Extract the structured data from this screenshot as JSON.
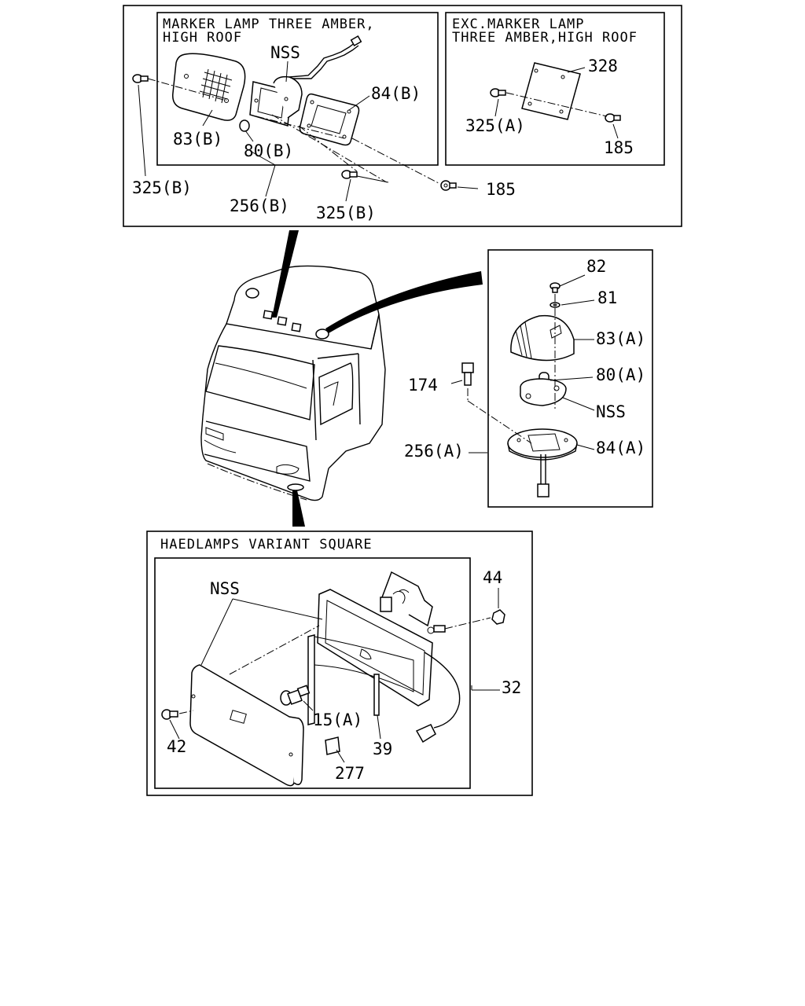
{
  "diagram": {
    "marker_top": {
      "caption_line1": "MARKER LAMP THREE AMBER,",
      "caption_line2": "HIGH ROOF",
      "callouts": {
        "nss": "NSS",
        "c84b": "84(B)",
        "c83b": "83(B)",
        "c80b": "80(B)",
        "c325b_left": "325(B)",
        "c256b": "256(B)",
        "c325b_bottom": "325(B)",
        "c185": "185"
      }
    },
    "exc_marker": {
      "caption_line1": "EXC.MARKER LAMP",
      "caption_line2": "THREE AMBER,HIGH ROOF",
      "callouts": {
        "c328": "328",
        "c325a": "325(A)",
        "c185": "185"
      }
    },
    "roof_lamp": {
      "callouts": {
        "c82": "82",
        "c81": "81",
        "c83a": "83(A)",
        "c80a": "80(A)",
        "c174": "174",
        "nss": "NSS",
        "c256a": "256(A)",
        "c84a": "84(A)"
      }
    },
    "headlamps": {
      "caption": "HAEDLAMPS VARIANT SQUARE",
      "callouts": {
        "nss": "NSS",
        "c44": "44",
        "c32": "32",
        "c15a": "15(A)",
        "c42": "42",
        "c39": "39",
        "c277": "277"
      }
    }
  }
}
